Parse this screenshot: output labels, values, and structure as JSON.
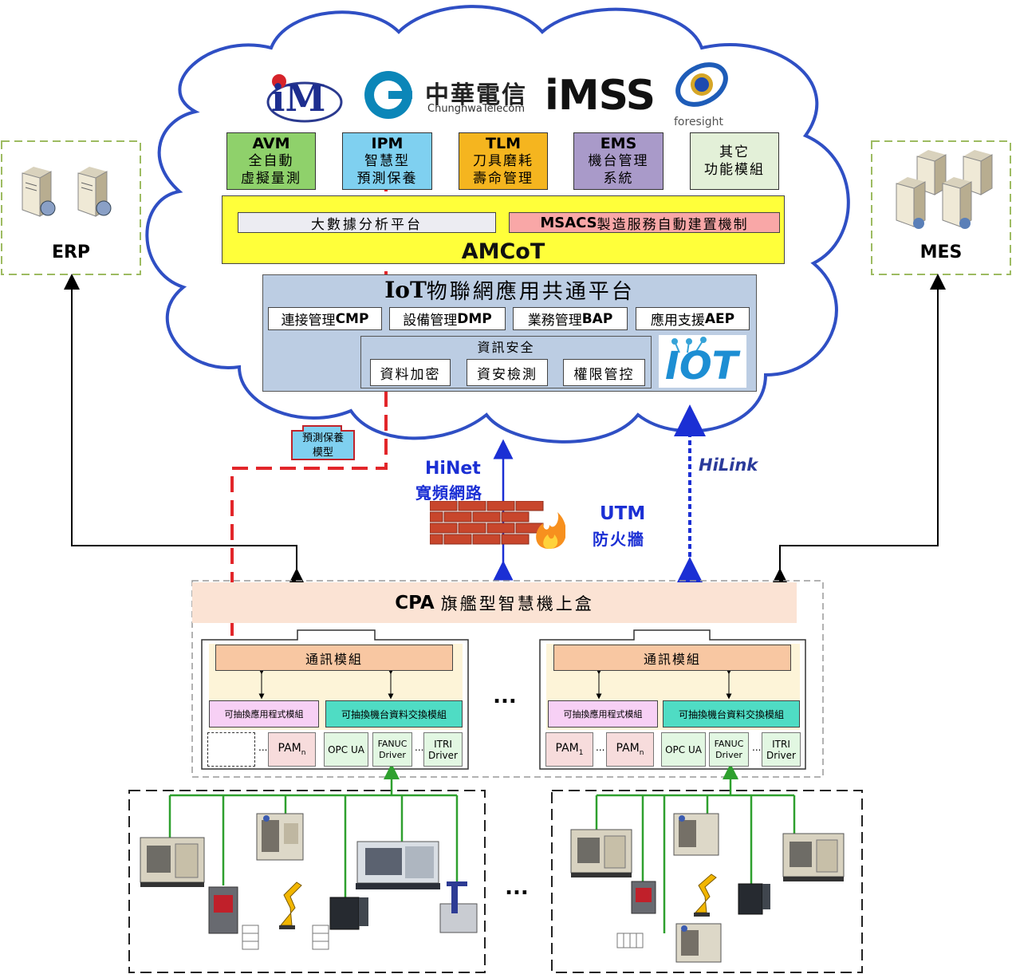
{
  "logos": {
    "im": "iM",
    "cht_cn": "中華電信",
    "cht_en": "ChunghwaTelecom",
    "imss": "iMSS",
    "foresight": "foresight"
  },
  "modules": [
    {
      "code": "AVM",
      "l1": "全自動",
      "l2": "虛擬量測",
      "color": "#8fd16b"
    },
    {
      "code": "IPM",
      "l1": "智慧型",
      "l2": "預測保養",
      "color": "#7fd0f0"
    },
    {
      "code": "TLM",
      "l1": "刀具磨耗",
      "l2": "壽命管理",
      "color": "#f5b51f"
    },
    {
      "code": "EMS",
      "l1": "機台管理",
      "l2": "系統",
      "color": "#a99ac9"
    },
    {
      "code": "",
      "l1": "其它",
      "l2": "功能模組",
      "color": "#e3f0d8"
    }
  ],
  "amcot": {
    "bigdata": "大數據分析平台",
    "msacs_code": "MSACS",
    "msacs_text": "製造服務自動建置機制",
    "title": "AMCoT"
  },
  "iot_platform": {
    "title_code": "IoT",
    "title_text": "物聯網應用共通平台",
    "services": [
      {
        "cn": "連接管理",
        "code": "CMP"
      },
      {
        "cn": "設備管理",
        "code": "DMP"
      },
      {
        "cn": "業務管理",
        "code": "BAP"
      },
      {
        "cn": "應用支援",
        "code": "AEP"
      }
    ],
    "security_title": "資訊安全",
    "security_items": [
      "資料加密",
      "資安檢測",
      "權限管控"
    ],
    "iot_logo": "IOT"
  },
  "erp_label": "ERP",
  "mes_label": "MES",
  "pm_model": {
    "l1": "預測保養",
    "l2": "模型"
  },
  "hinet": {
    "l1": "HiNet",
    "l2": "寬頻網路"
  },
  "utm": {
    "l1": "UTM",
    "l2": "防火牆"
  },
  "hilink": "HiLink",
  "cpa": {
    "code": "CPA",
    "text": "旗艦型智慧機上盒"
  },
  "boxes": [
    {
      "comm": "通訊模組",
      "app_module": "可抽換應用程式模組",
      "data_module": "可抽換機台資料交換模組",
      "pam_items": [
        "",
        "PAMn"
      ],
      "drivers": [
        "OPC UA",
        "FANUC Driver",
        "ITRI Driver"
      ]
    },
    {
      "comm": "通訊模組",
      "app_module": "可抽換應用程式模組",
      "data_module": "可抽換機台資料交換模組",
      "pam_items": [
        "PAM1",
        "PAMn"
      ],
      "drivers": [
        "OPC UA",
        "FANUC Driver",
        "ITRI Driver"
      ]
    }
  ],
  "ellipsis": "...",
  "colors": {
    "cloud_stroke": "#2f4fc4",
    "amcot_yellow": "#ffff3a",
    "iot_blue": "#bccde3",
    "cpa_header": "#fbe3d4",
    "box_inner": "#fdf4d8",
    "comm": "#f8c7a2",
    "app_module": "#f7d0f5",
    "data_module": "#4fdcc4",
    "network_green": "#2ea02e",
    "red_dash": "#e2262a",
    "blue_arrow": "#1b2fd4"
  },
  "icons": [
    "server-icon",
    "firewall-icon",
    "machine-icon",
    "robot-arm-icon"
  ]
}
